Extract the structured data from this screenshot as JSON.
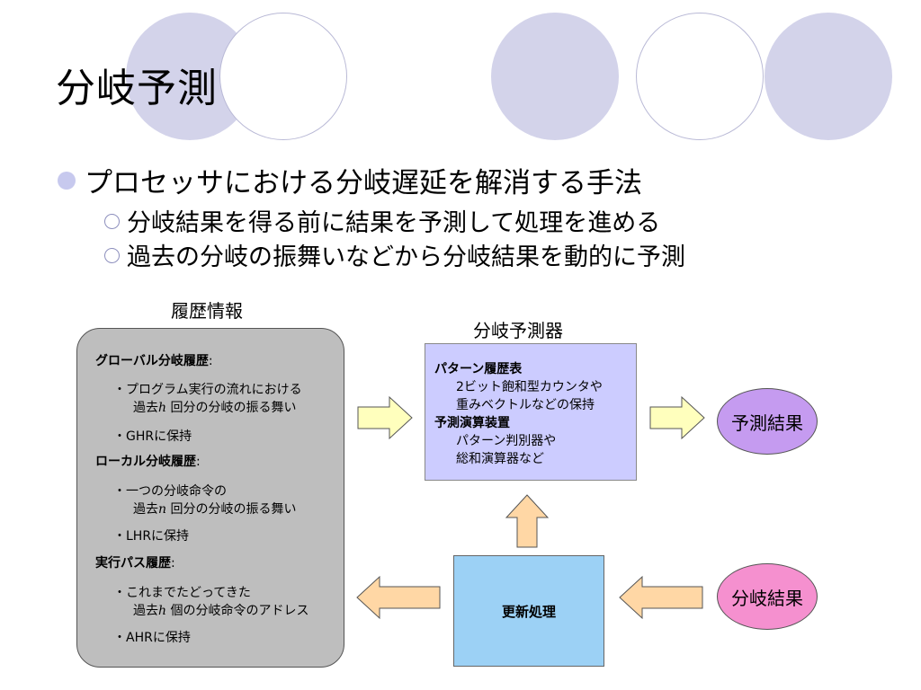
{
  "colors": {
    "deco_fill": "#d3d3ea",
    "history_box": "#bebebe",
    "predictor_box": "#ccccff",
    "update_box": "#9cd1f5",
    "result_oval": "#c59bf0",
    "branch_oval": "#f590cf",
    "arrow_yellow": "#ffffbd",
    "arrow_orange": "#ffd7a5"
  },
  "slide": {
    "title": "分岐予測",
    "bullet": "プロセッサにおける分岐遅延を解消する手法",
    "sub1": "分岐結果を得る前に結果を予測して処理を進める",
    "sub2": "過去の分岐の振舞いなどから分岐結果を動的に予測"
  },
  "history": {
    "title": "履歴情報",
    "global_head": "グローバル分岐履歴",
    "global_item1_a": "・プログラム実行の流れにおける",
    "global_item1_b_pre": "過去",
    "global_item1_b_var": "h",
    "global_item1_b_post": " 回分の分岐の振る舞い",
    "global_item2": "・GHRに保持",
    "local_head": "ローカル分岐履歴",
    "local_item1_a": "・一つの分岐命令の",
    "local_item1_b_pre": "過去",
    "local_item1_b_var": "n",
    "local_item1_b_post": " 回分の分岐の振る舞い",
    "local_item2": "・LHRに保持",
    "path_head": "実行パス履歴",
    "path_item1_a": "・これまでたどってきた",
    "path_item1_b_pre": "過去",
    "path_item1_b_var": "h",
    "path_item1_b_post": " 個の分岐命令のアドレス",
    "path_item2": "・AHRに保持"
  },
  "predictor": {
    "title": "分岐予測器",
    "pattern_head": "パターン履歴表",
    "pattern_line1": "2ビット飽和型カウンタや",
    "pattern_line2": "重みベクトルなどの保持",
    "unit_head": "予測演算装置",
    "unit_line1": "パターン判別器や",
    "unit_line2": "総和演算器など"
  },
  "update": {
    "label": "更新処理"
  },
  "result": {
    "label": "予測結果"
  },
  "branch_result": {
    "label": "分岐結果"
  }
}
